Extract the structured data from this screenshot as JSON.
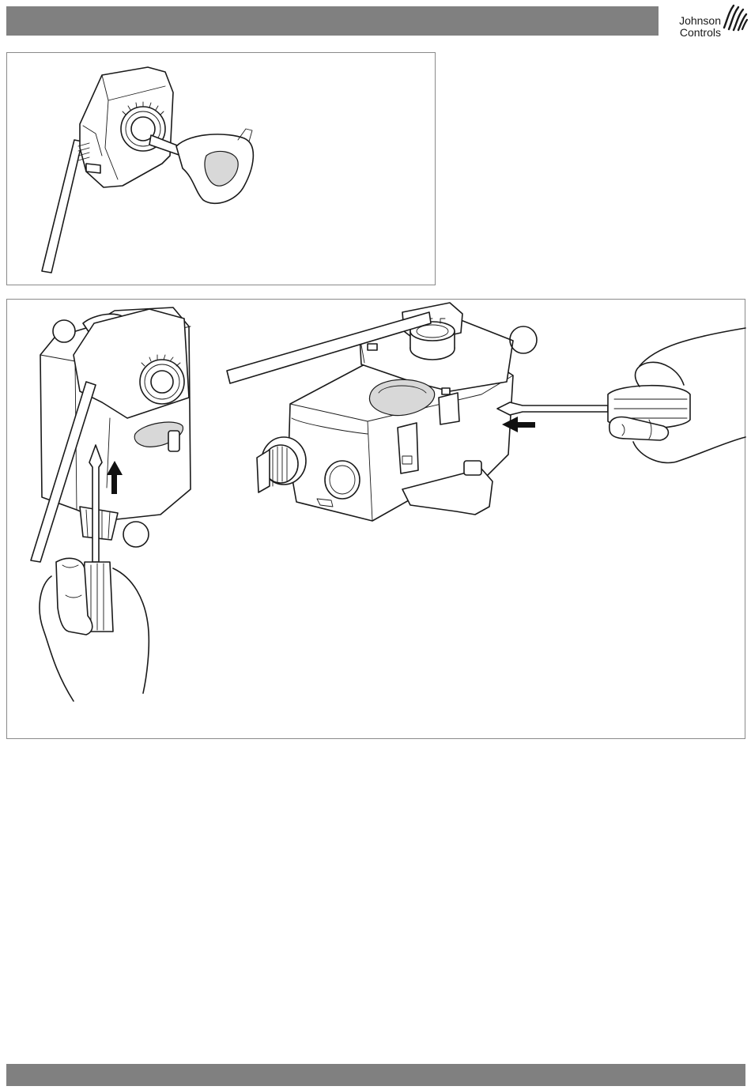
{
  "header": {
    "brand_line1": "Johnson",
    "brand_line2": "Controls",
    "bar_color": "#808080",
    "logo_icon": "johnson-controls-logo-icon"
  },
  "figure_1": {
    "description_icon": "actuator-side-view-with-screwdriver-and-release-key"
  },
  "figure_2": {
    "left_view_icon": "actuator-front-view-hand-screwdriver-pushing-up",
    "right_view_icon": "actuator-top-view-hand-screwdriver-pushing-left",
    "arrow_up_icon": "arrow-up-icon",
    "arrow_left_icon": "arrow-left-icon"
  },
  "footer": {
    "bar_color": "#808080"
  }
}
